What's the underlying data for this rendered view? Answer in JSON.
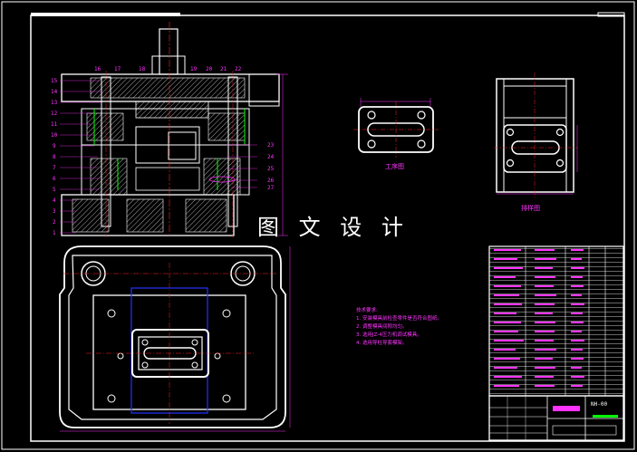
{
  "watermark": "图 文 设 计",
  "views": {
    "workpiece_label": "工序图",
    "layout_label": "排样图"
  },
  "part_numbers_left": [
    "15",
    "14",
    "13",
    "12",
    "11",
    "10",
    "9",
    "8",
    "7",
    "6",
    "5",
    "4",
    "3",
    "2",
    "1"
  ],
  "part_numbers_top": [
    "16",
    "17",
    "18",
    "19",
    "20",
    "21",
    "22"
  ],
  "part_numbers_right": [
    "23",
    "24",
    "25",
    "26",
    "27"
  ],
  "tech_requirements": {
    "title": "技术要求:",
    "items": [
      "1. 安装模具前检查零件是否符合图纸。",
      "2. 调整模具间隙均匀。",
      "3. 选用JZ-4压力机调试模具。",
      "4. 选用导柱导套模架。"
    ]
  },
  "title_block": {
    "drawing_code": "NH-00"
  },
  "colors": {
    "outline": "#ffffff",
    "center": "#ff2020",
    "dimension": "#ff33ff",
    "hatch": "#dddddd",
    "blank": "#2233ff",
    "accent": "#00ff00"
  }
}
